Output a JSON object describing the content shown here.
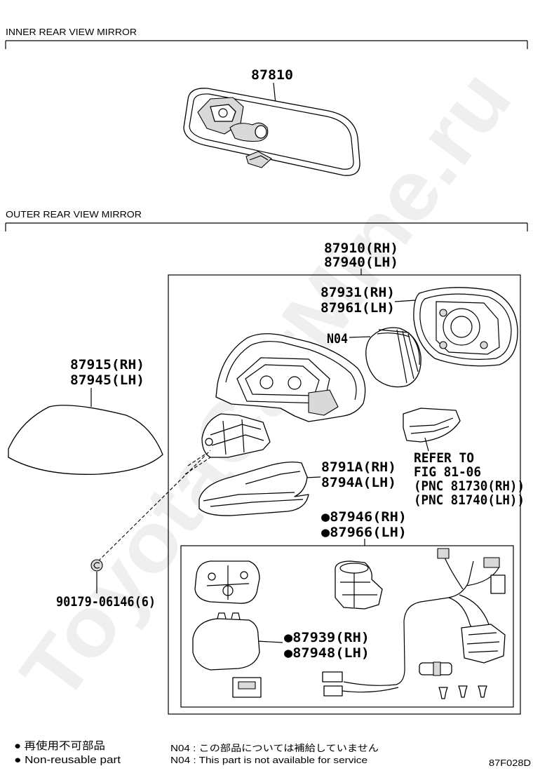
{
  "sections": {
    "inner": {
      "title": "INNER REAR VIEW MIRROR"
    },
    "outer": {
      "title": "OUTER REAR VIEW MIRROR"
    }
  },
  "parts": {
    "inner_mirror": {
      "number": "87810"
    },
    "outer_assy": {
      "rh": "87910(RH)",
      "lh": "87940(LH)"
    },
    "cover": {
      "rh": "87931(RH)",
      "lh": "87961(LH)"
    },
    "n04_label": "N04",
    "glass": {
      "rh": "87915(RH)",
      "lh": "87945(LH)"
    },
    "refer": {
      "line1": "REFER TO",
      "line2": "FIG 81-06",
      "line3": "(PNC 81730(RH))",
      "line4": "(PNC 81740(LH))"
    },
    "housing_lower": {
      "rh": "8791A(RH)",
      "lh": "8794A(LH)"
    },
    "actuator": {
      "rh": "●87946(RH)",
      "lh": "●87966(LH)"
    },
    "screw": "90179-06146(6)",
    "cover_lower": {
      "rh": "●87939(RH)",
      "lh": "●87948(LH)"
    }
  },
  "legend": {
    "jp": "● 再使用不可部品",
    "en": "● Non-reusable part"
  },
  "notes": {
    "jp": "N04 : この部品については補給していません",
    "en": "N04 : This part is not available for service"
  },
  "figure_code": "87F028D",
  "watermark": "ToyotaCarMine.ru"
}
